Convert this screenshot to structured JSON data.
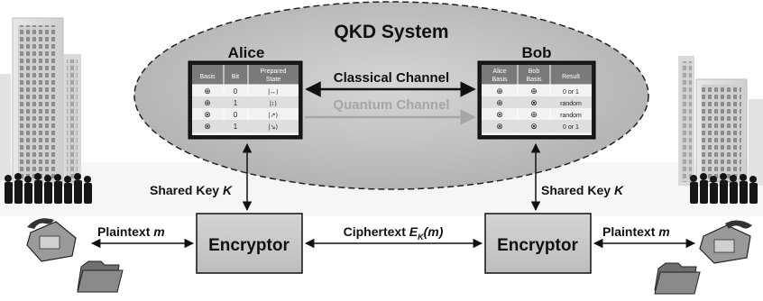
{
  "title": "QKD System",
  "alice": {
    "name": "Alice",
    "headers": [
      "Basis",
      "Bit",
      "Prepared",
      "State"
    ],
    "rows": [
      {
        "basis": "⊕",
        "bit": "0",
        "state": "|↔⟩"
      },
      {
        "basis": "⊕",
        "bit": "1",
        "state": "|↕⟩"
      },
      {
        "basis": "⊗",
        "bit": "0",
        "state": "|↗⟩"
      },
      {
        "basis": "⊗",
        "bit": "1",
        "state": "|↘⟩"
      }
    ]
  },
  "bob": {
    "name": "Bob",
    "headers": [
      "Alice",
      "Basis",
      "Bob",
      "Basis",
      "Result"
    ],
    "rows": [
      {
        "alice_basis": "⊕",
        "bob_basis": "⊕",
        "result": "0 or 1"
      },
      {
        "alice_basis": "⊕",
        "bob_basis": "⊗",
        "result": "random"
      },
      {
        "alice_basis": "⊗",
        "bob_basis": "⊕",
        "result": "random"
      },
      {
        "alice_basis": "⊗",
        "bob_basis": "⊗",
        "result": "0 or 1"
      }
    ]
  },
  "channels": {
    "classical": "Classical Channel",
    "quantum": "Quantum Channel"
  },
  "shared_key": {
    "text": "Shared Key ",
    "var": "K"
  },
  "encryptor": "Encryptor",
  "plaintext": {
    "text": "Plaintext ",
    "var": "m"
  },
  "ciphertext": {
    "text": "Ciphertext ",
    "E": "E",
    "sub": "K",
    "arg": "(m)"
  },
  "colors": {
    "ellipse_fill": "#c2c2c2",
    "box_fill": "#c9c9c9",
    "quantum_text": "#a6a6a6"
  }
}
